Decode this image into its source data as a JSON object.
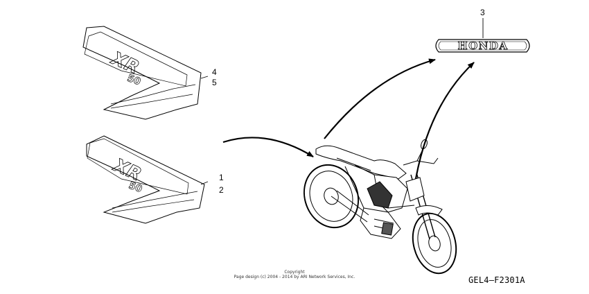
{
  "callouts": {
    "c1": "1",
    "c2": "2",
    "c3": "3",
    "c4": "4",
    "c5": "5"
  },
  "emblem_text": "HONDA",
  "decal_text": {
    "model_upper": "XR",
    "model_lower": "50"
  },
  "copyright": {
    "line1": "Copyright",
    "line2": "Page design (c) 2004 - 2014 by ARI Network Services, Inc."
  },
  "diagram_code": "GEL4—F2301A"
}
